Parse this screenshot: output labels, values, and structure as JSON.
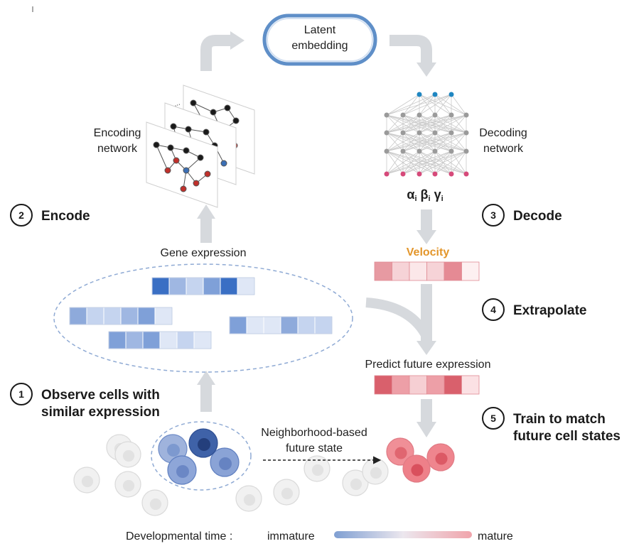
{
  "latent": {
    "line1": "Latent",
    "line2": "embedding"
  },
  "encoding": {
    "line1": "Encoding",
    "line2": "network",
    "dots": "......"
  },
  "decoding": {
    "line1": "Decoding",
    "line2": "network"
  },
  "params": {
    "alpha": "α",
    "beta": "β",
    "gamma": "γ",
    "sub": "i"
  },
  "steps": [
    {
      "num": "1",
      "line1": "Observe cells with",
      "line2": "similar expression"
    },
    {
      "num": "2",
      "line1": "Encode",
      "line2": ""
    },
    {
      "num": "3",
      "line1": "Decode",
      "line2": ""
    },
    {
      "num": "4",
      "line1": "Extrapolate",
      "line2": ""
    },
    {
      "num": "5",
      "line1": "Train to match",
      "line2": "future cell states"
    }
  ],
  "gene_expression": "Gene expression",
  "velocity": "Velocity",
  "predict": "Predict future expression",
  "neighborhood": {
    "line1": "Neighborhood-based",
    "line2": "future state"
  },
  "timeline": {
    "label": "Developmental time :",
    "start": "immature",
    "end": "mature"
  },
  "colors": {
    "blue_dark": "#3a6fc4",
    "blue_light": "#dfe7f6",
    "red_dark": "#d9606c",
    "red_light": "#fbe7e9",
    "velocity": "#e3962b",
    "arrow_gray": "#d6d9dd",
    "dashed_blue": "#7f9fcc"
  }
}
